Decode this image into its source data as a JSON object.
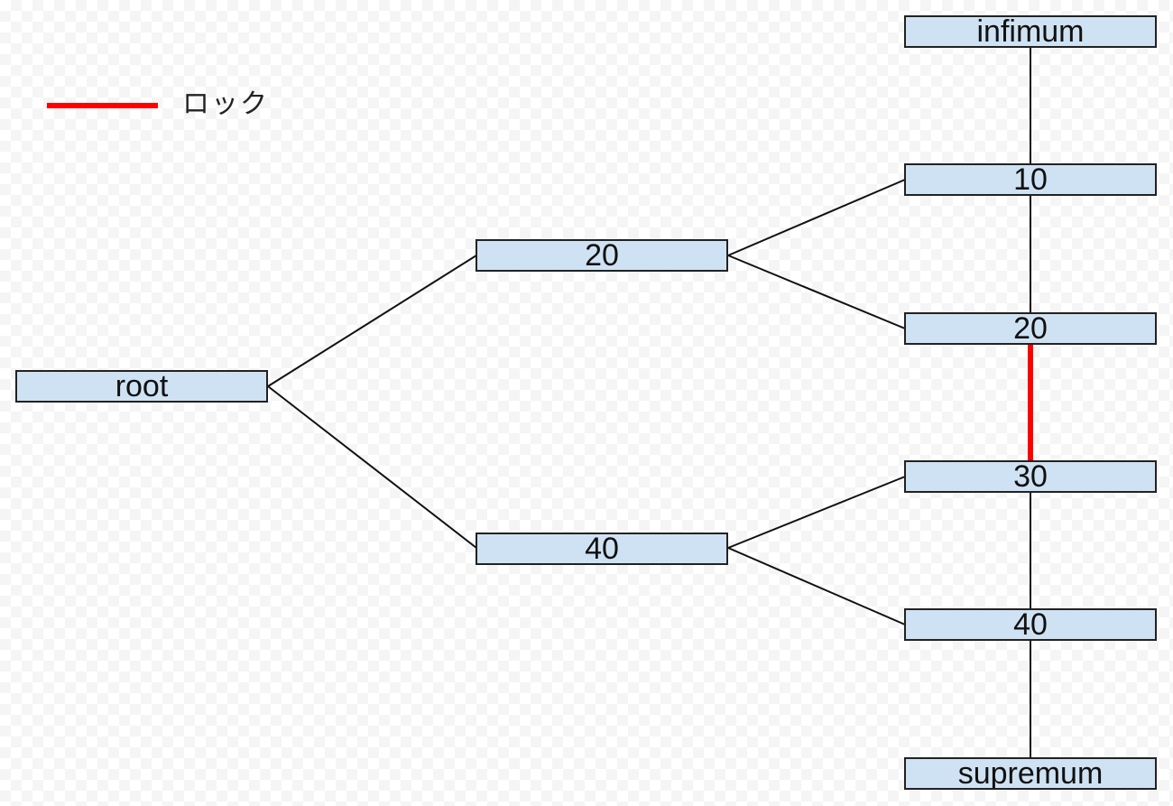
{
  "legend": {
    "label": "ロック",
    "color": "#ff0000"
  },
  "colors": {
    "node_fill": "#cfe2f3",
    "node_border": "#222222",
    "edge": "#111111",
    "lock_edge": "#ff0000"
  },
  "nodes": {
    "root": "root",
    "branch_upper": "20",
    "branch_lower": "40",
    "leaf_infimum": "infimum",
    "leaf_10": "10",
    "leaf_20": "20",
    "leaf_30": "30",
    "leaf_40": "40",
    "leaf_supremum": "supremum"
  }
}
